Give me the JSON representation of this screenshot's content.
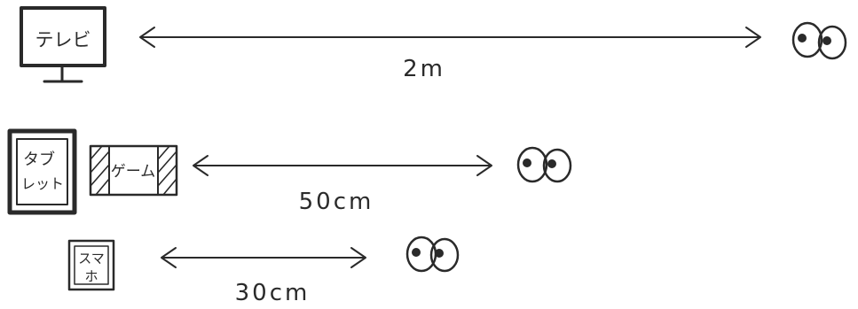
{
  "devices": {
    "tv": {
      "label": "テレビ",
      "distance": "2m"
    },
    "tablet": {
      "label_line1": "タブ",
      "label_line2": "レット"
    },
    "game": {
      "label": "ゲーム",
      "distance": "50cm"
    },
    "phone": {
      "label_line1": "スマ",
      "label_line2": "ホ",
      "distance": "30cm"
    }
  }
}
